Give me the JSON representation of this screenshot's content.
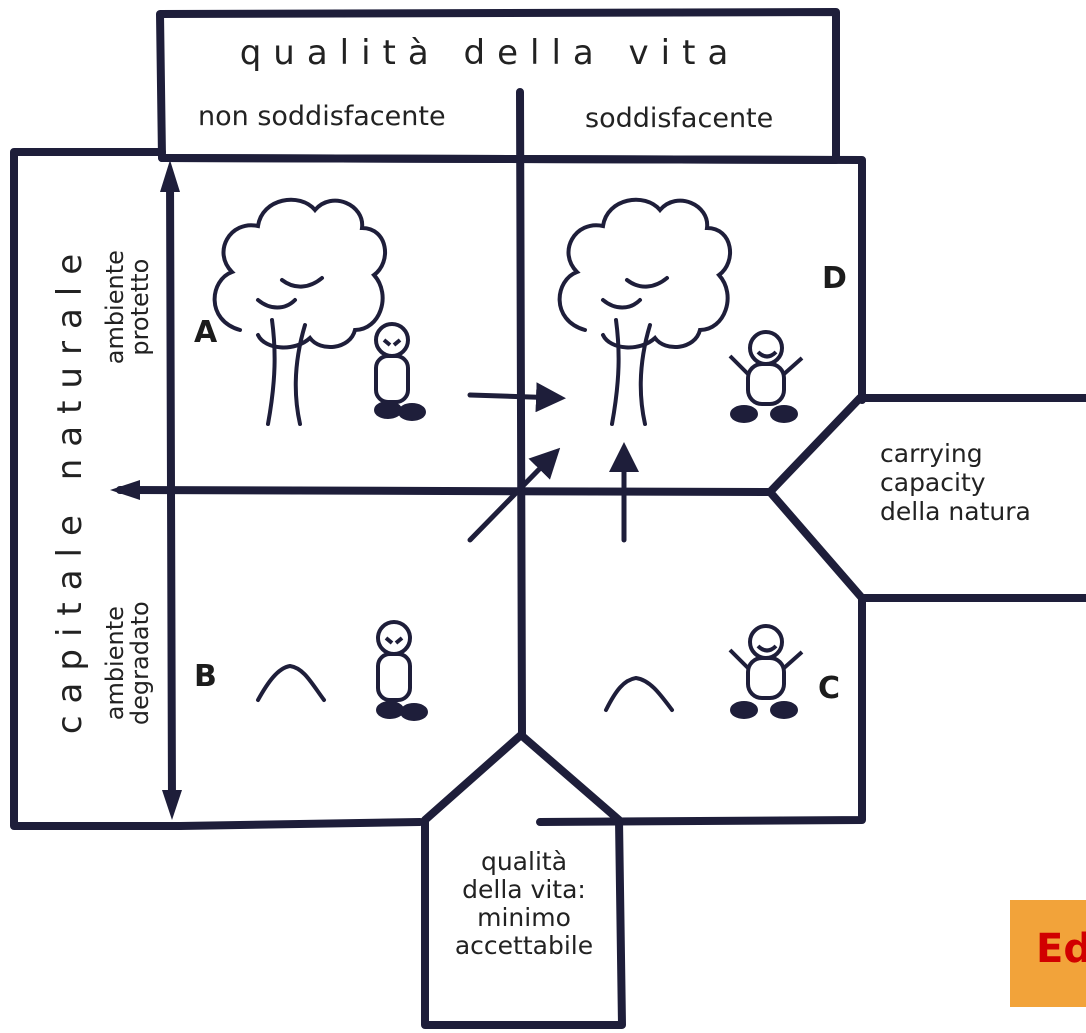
{
  "top_header": {
    "title": "qualità della vita",
    "left_column": "non soddisfacente",
    "right_column": "soddisfacente"
  },
  "left_header": {
    "title": "capitale naturale",
    "upper_row": [
      "ambiente",
      "protetto"
    ],
    "lower_row": [
      "ambiente",
      "degradato"
    ]
  },
  "quadrants": {
    "a": "A",
    "b": "B",
    "c": "C",
    "d": "D"
  },
  "right_box": [
    "carrying",
    "capacity",
    "della natura"
  ],
  "bottom_box": [
    "qualità",
    "della vita:",
    "minimo",
    "accettabile"
  ],
  "corner_label": "Ed"
}
